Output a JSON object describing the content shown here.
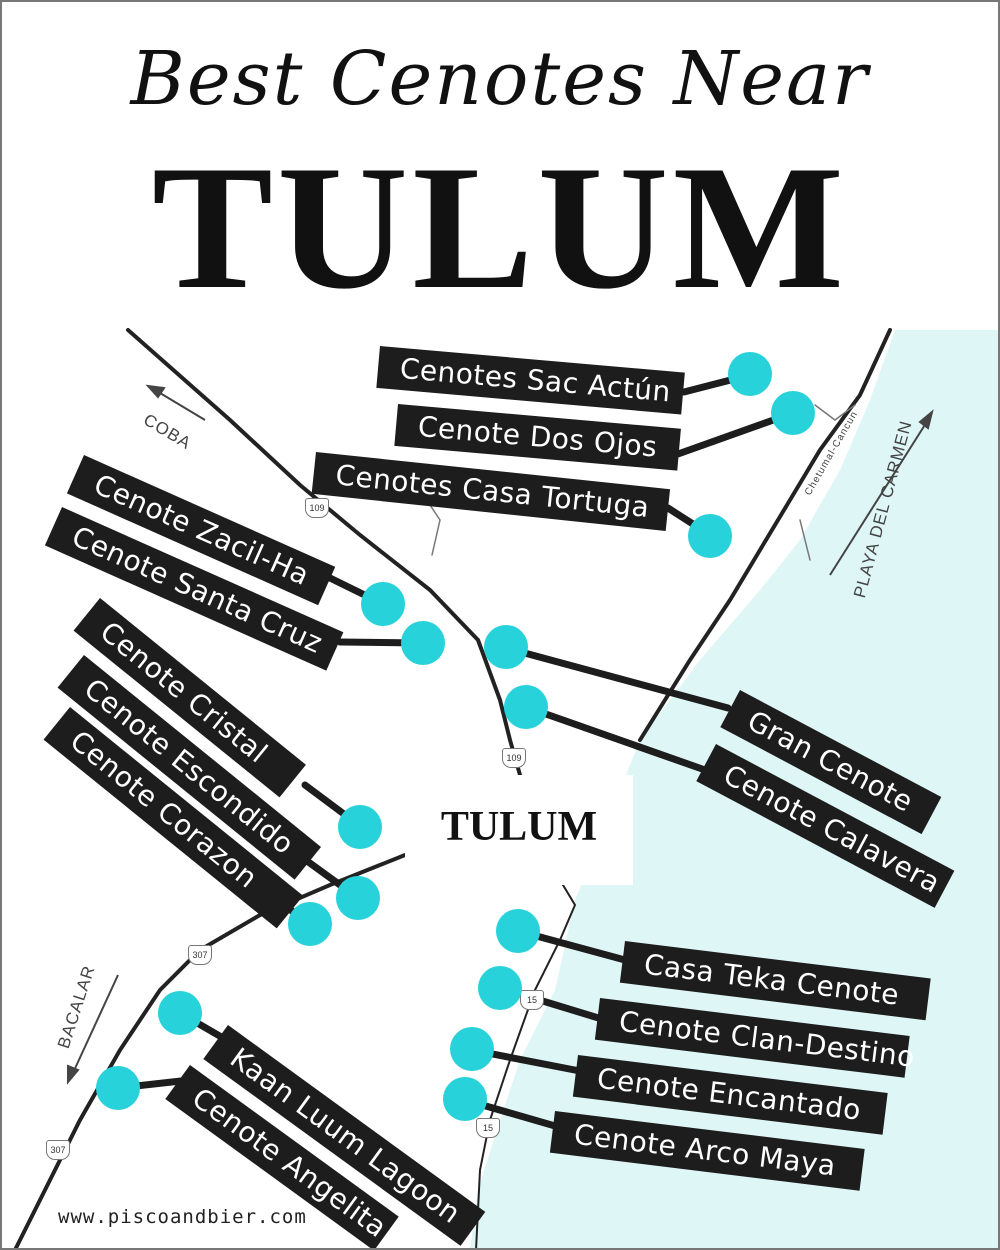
{
  "title": {
    "script_line": "Best Cenotes Near",
    "main_line": "TULUM"
  },
  "map": {
    "center_label": "TULUM",
    "road_labels": {
      "coba": "COBA",
      "playa_del_carmen": "PLAYA DEL CARMEN",
      "bacalar": "BACALAR",
      "chetumal_cancun": "Chetumal-Cancun"
    },
    "shields": {
      "hwy109_a": "109",
      "hwy109_b": "109",
      "hwy307_a": "307",
      "hwy307_b": "307",
      "hwy15_a": "15",
      "hwy15_b": "15"
    },
    "cenotes": [
      "Cenotes Sac Actún",
      "Cenote Dos Ojos",
      "Cenotes Casa Tortuga",
      "Cenote Zacil-Ha",
      "Cenote Santa Cruz",
      "Gran Cenote",
      "Cenote Calavera",
      "Cenote Cristal",
      "Cenote Escondido",
      "Cenote Corazon",
      "Casa Teka Cenote",
      "Cenote Clan-Destino",
      "Cenote Encantado",
      "Cenote Arco Maya",
      "Kaan Luum Lagoon",
      "Cenote Angelita"
    ],
    "colors": {
      "marker": "#28d2da",
      "sea": "#dff6f7",
      "label_bg": "#1d1d1d"
    }
  },
  "footer": {
    "website": "www.piscoandbier.com"
  }
}
